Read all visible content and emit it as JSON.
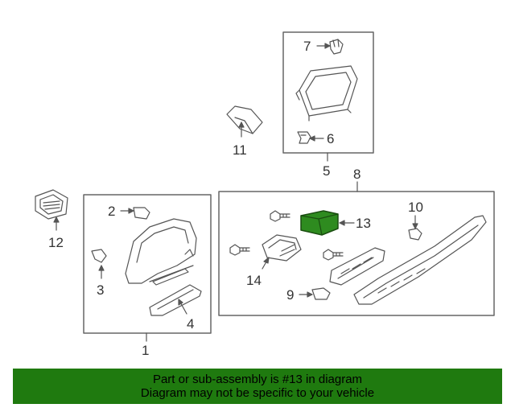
{
  "callouts": {
    "c1": "1",
    "c2": "2",
    "c3": "3",
    "c4": "4",
    "c5": "5",
    "c6": "6",
    "c7": "7",
    "c8": "8",
    "c9": "9",
    "c10": "10",
    "c11": "11",
    "c12": "12",
    "c13": "13",
    "c14": "14"
  },
  "banner": {
    "line1": "Part or sub-assembly is #13 in diagram",
    "line2": "Diagram may not be specific to your vehicle"
  },
  "colors": {
    "highlight_part": "#2e8b1f",
    "banner_bg": "#1f7a0f",
    "line": "#555555"
  },
  "icons": {
    "parts": [
      "vent-icon",
      "clip-icon",
      "bracket-icon",
      "trim-panel-icon",
      "bolt-icon",
      "switch-icon"
    ]
  }
}
